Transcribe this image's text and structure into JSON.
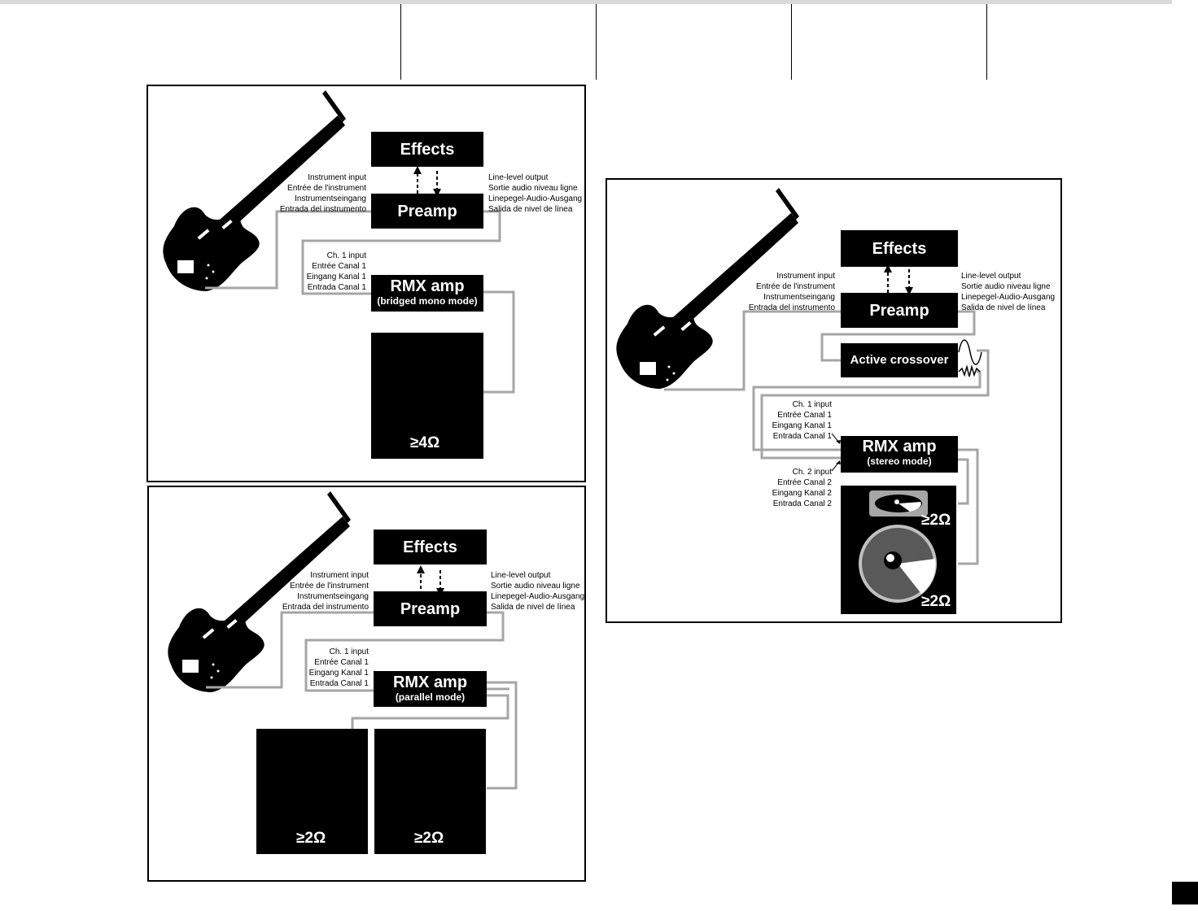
{
  "blocks": {
    "effects": "Effects",
    "preamp": "Preamp",
    "rmx_amp": "RMX amp",
    "active_crossover": "Active crossover"
  },
  "modes": {
    "bridged": "(bridged mono mode)",
    "parallel": "(parallel mode)",
    "stereo": "(stereo mode)"
  },
  "labels": {
    "instrument_input": [
      "Instrument input",
      "Entrée de l'instrument",
      "Instrumentseingang",
      "Entrada del instrumento"
    ],
    "line_level_output": [
      "Line-level output",
      "Sortie audio niveau ligne",
      "Linepegel-Audio-Ausgang",
      "Salida de nivel de línea"
    ],
    "ch1_input": [
      "Ch. 1 input",
      "Entrée Canal 1",
      "Eingang Kanal 1",
      "Entrada Canal 1"
    ],
    "ch2_input": [
      "Ch. 2 input",
      "Entrée Canal 2",
      "Eingang Kanal 2",
      "Entrada Canal 2"
    ]
  },
  "impedance": {
    "bridged": "≥4Ω",
    "parallel": "≥2Ω",
    "stereo": "≥2Ω"
  },
  "colors": {
    "block": "#000000",
    "cable": "#a6a6a6",
    "speaker_cone": "#595959"
  }
}
